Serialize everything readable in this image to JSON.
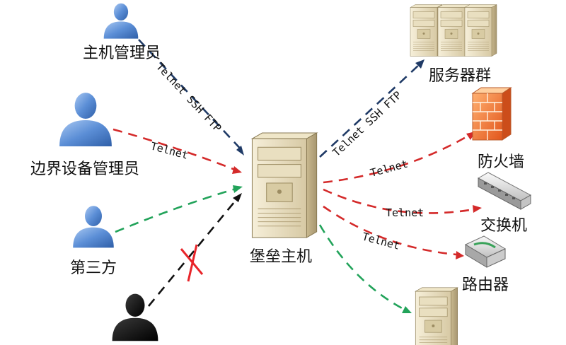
{
  "nodes": {
    "host_admin": "主机管理员",
    "border_admin": "边界设备管理员",
    "third_party": "第三方",
    "bastion": "堡垒主机",
    "servers": "服务器群",
    "firewall": "防火墙",
    "switch": "交换机",
    "router": "路由器"
  },
  "edges": {
    "host_admin_to_bastion": "Telnet SSH FTP",
    "border_admin_to_bastion": "Telnet",
    "bastion_to_servers": "Telnet SSH FTP",
    "bastion_to_firewall": "Telnet",
    "bastion_to_switch": "Telnet",
    "bastion_to_router": "Telnet"
  },
  "colors": {
    "navy": "#1f3a66",
    "red": "#d42a2a",
    "green": "#22a35a",
    "black": "#111111",
    "cross": "#e8252a",
    "person_blue": "#5b8ed6",
    "person_black": "#0a0a0a"
  },
  "icons": {
    "host_admin": "person-icon",
    "border_admin": "person-icon",
    "third_party": "person-icon",
    "intruder": "person-icon",
    "bastion": "server-tower-icon",
    "servers": "server-cluster-icon",
    "firewall": "firewall-icon",
    "switch": "switch-icon",
    "router": "router-icon",
    "extra_server": "server-tower-icon",
    "blocked": "cross-icon"
  }
}
